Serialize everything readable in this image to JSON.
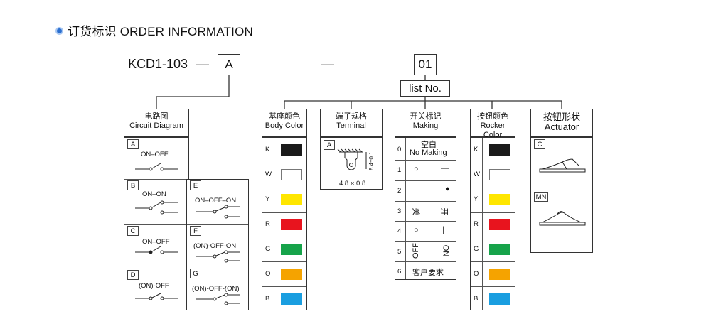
{
  "heading": "订货标识 ORDER INFORMATION",
  "model": {
    "prefix": "KCD1-103",
    "dash1": "—",
    "code_a": "A",
    "dash2": "—",
    "code_list": "01",
    "list_label": "list No."
  },
  "circuit": {
    "title_cn": "电路图",
    "title_en": "Circuit Diagram",
    "items": [
      {
        "tag": "A",
        "label": "ON–OFF"
      },
      {
        "tag": "B",
        "label": "ON–ON"
      },
      {
        "tag": "C",
        "label": "ON–OFF"
      },
      {
        "tag": "D",
        "label": "(ON)-OFF"
      },
      {
        "tag": "E",
        "label": "ON–OFF–ON"
      },
      {
        "tag": "F",
        "label": "(ON)-OFF-ON"
      },
      {
        "tag": "G",
        "label": "(ON)-OFF-(ON)"
      }
    ]
  },
  "body_color": {
    "title_cn": "基座颜色",
    "title_en": "Body Color",
    "rows": [
      {
        "code": "K",
        "color": "#1a1a1a"
      },
      {
        "code": "W",
        "color": "#ffffff"
      },
      {
        "code": "Y",
        "color": "#ffe600"
      },
      {
        "code": "R",
        "color": "#e8141e"
      },
      {
        "code": "G",
        "color": "#16a34a"
      },
      {
        "code": "O",
        "color": "#f5a300"
      },
      {
        "code": "B",
        "color": "#1a9ee0"
      }
    ]
  },
  "terminal": {
    "title_cn": "端子规格",
    "title_en": "Terminal",
    "tag": "A",
    "dim_side": "8.4±0.1",
    "dim_bottom": "4.8 × 0.8"
  },
  "making": {
    "title_cn": "开关标记",
    "title_en": "Making",
    "rows": [
      {
        "code": "0",
        "left": "空白",
        "right": "No Making"
      },
      {
        "code": "1",
        "left": "○",
        "right": "—"
      },
      {
        "code": "2",
        "left": "",
        "right": "●"
      },
      {
        "code": "3",
        "left": "关",
        "right": "开"
      },
      {
        "code": "4",
        "left": "○",
        "right": "—"
      },
      {
        "code": "5",
        "left": "OFF",
        "right": "ON"
      },
      {
        "code": "6",
        "left": "客户要求",
        "right": ""
      }
    ]
  },
  "rocker_color": {
    "title_cn": "按钮颜色",
    "title_en": "Rocker Color",
    "rows": [
      {
        "code": "K",
        "color": "#1a1a1a"
      },
      {
        "code": "W",
        "color": "#ffffff"
      },
      {
        "code": "Y",
        "color": "#ffe600"
      },
      {
        "code": "R",
        "color": "#e8141e"
      },
      {
        "code": "G",
        "color": "#16a34a"
      },
      {
        "code": "O",
        "color": "#f5a300"
      },
      {
        "code": "B",
        "color": "#1a9ee0"
      }
    ]
  },
  "actuator": {
    "title_cn": "按钮形状",
    "title_en": "Actuator",
    "items": [
      {
        "tag": "C"
      },
      {
        "tag": "MN"
      }
    ]
  }
}
